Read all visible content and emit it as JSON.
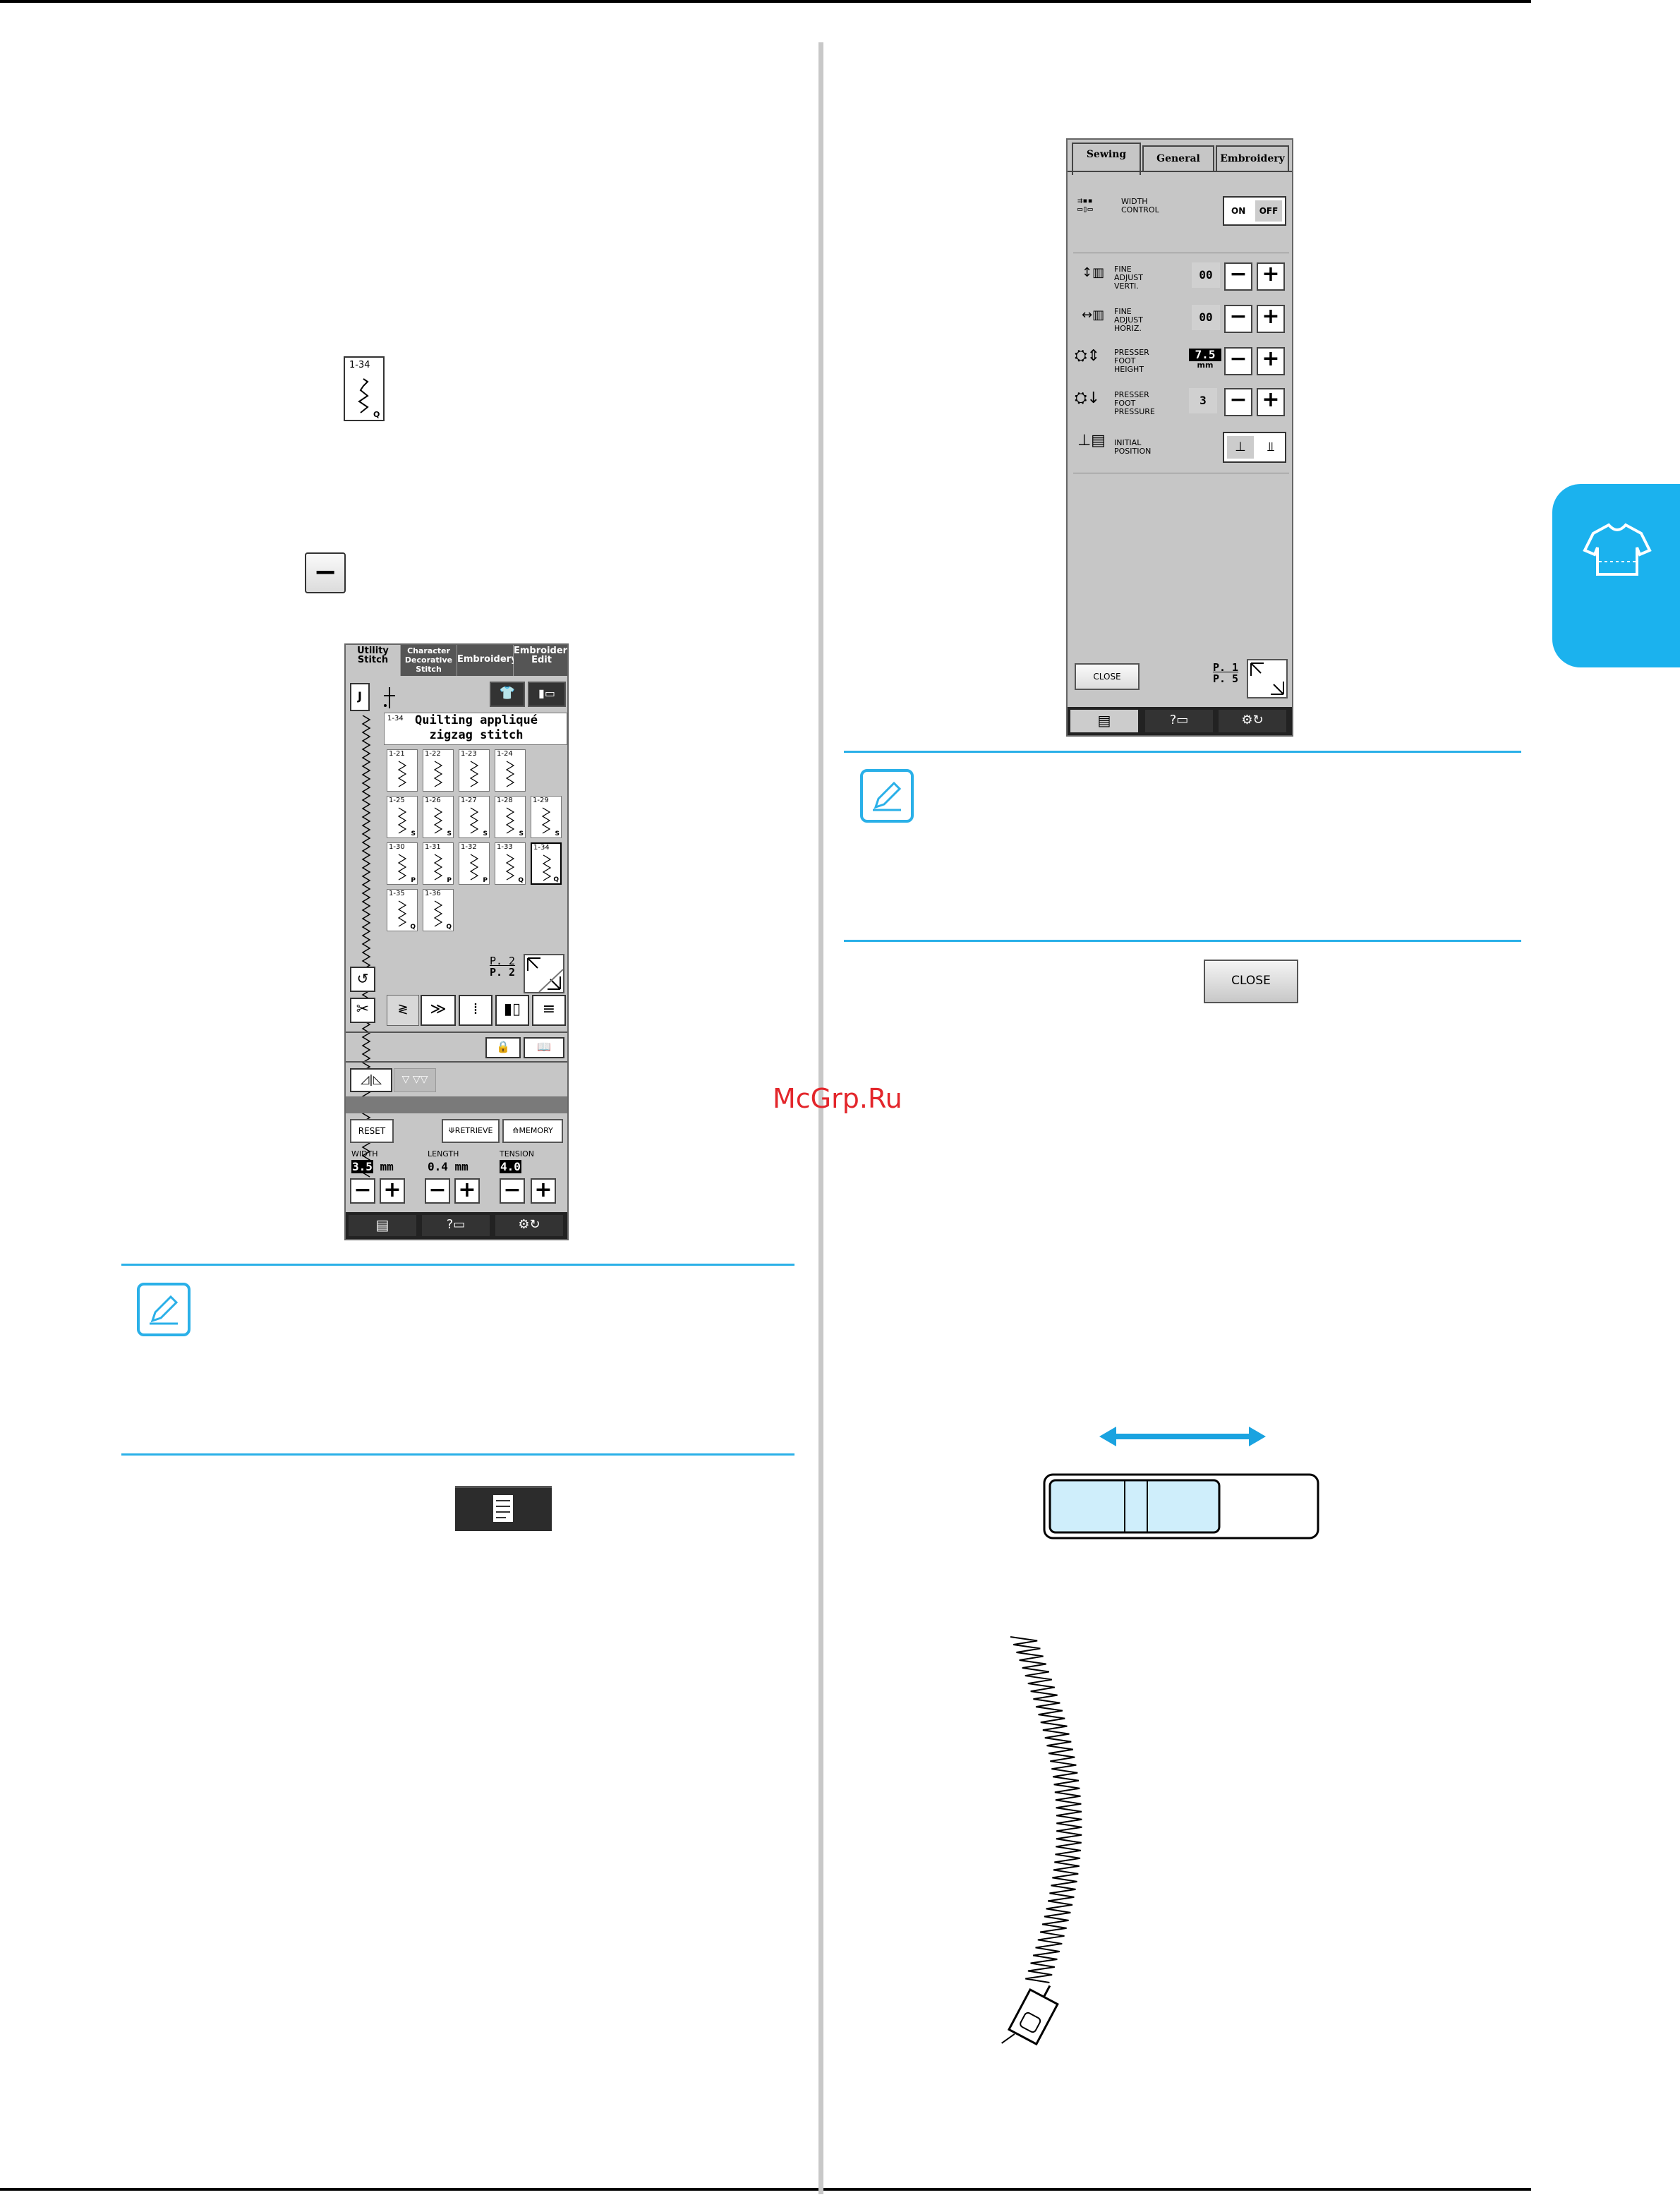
{
  "watermark": "McGrp.Ru",
  "left_icons": {
    "stitch_key_label": "1-34",
    "minus_key_label": "−"
  },
  "utility_screen": {
    "tabs": [
      "Utility Stitch",
      "Character Decorative Stitch",
      "Embroidery",
      "Embroidery Edit"
    ],
    "stitch_title_code": "1-34",
    "stitch_title": "Quilting appliqué zigzag stitch",
    "stitch_tiles": [
      {
        "code": "1-21",
        "suffix": ""
      },
      {
        "code": "1-22",
        "suffix": ""
      },
      {
        "code": "1-23",
        "suffix": ""
      },
      {
        "code": "1-24",
        "suffix": ""
      },
      {
        "code": "1-25",
        "suffix": "S"
      },
      {
        "code": "1-26",
        "suffix": "S"
      },
      {
        "code": "1-27",
        "suffix": "S"
      },
      {
        "code": "1-28",
        "suffix": "S"
      },
      {
        "code": "1-29",
        "suffix": "S"
      },
      {
        "code": "1-30",
        "suffix": "P"
      },
      {
        "code": "1-31",
        "suffix": "P"
      },
      {
        "code": "1-32",
        "suffix": "P"
      },
      {
        "code": "1-33",
        "suffix": "Q"
      },
      {
        "code": "1-34",
        "suffix": "Q"
      },
      {
        "code": "1-35",
        "suffix": "Q"
      },
      {
        "code": "1-36",
        "suffix": "Q"
      }
    ],
    "page_current": "P. 2",
    "page_total": "P. 2",
    "reset_label": "RESET",
    "retrieve_label": "RETRIEVE",
    "memory_label": "MEMORY",
    "width_label": "WIDTH",
    "width_value": "3.5",
    "width_unit": "mm",
    "length_label": "LENGTH",
    "length_value": "0.4",
    "length_unit": "mm",
    "tension_label": "TENSION",
    "tension_value": "4.0",
    "minus": "−",
    "plus": "+"
  },
  "settings_screen": {
    "tabs": [
      "Sewing",
      "General",
      "Embroidery"
    ],
    "width_control_label": "WIDTH CONTROL",
    "on_label": "ON",
    "off_label": "OFF",
    "fine_vert_label": "FINE ADJUST VERTI.",
    "fine_vert_value": "00",
    "fine_horiz_label": "FINE ADJUST HORIZ.",
    "fine_horiz_value": "00",
    "presser_height_label": "PRESSER FOOT HEIGHT",
    "presser_height_value": "7.5",
    "presser_height_unit": "mm",
    "presser_pressure_label": "PRESSER FOOT PRESSURE",
    "presser_pressure_value": "3",
    "initial_position_label": "INITIAL POSITION",
    "close_label": "CLOSE",
    "page_current": "P. 1",
    "page_total": "P. 5",
    "minus": "−",
    "plus": "+"
  },
  "close_key_label": "CLOSE"
}
